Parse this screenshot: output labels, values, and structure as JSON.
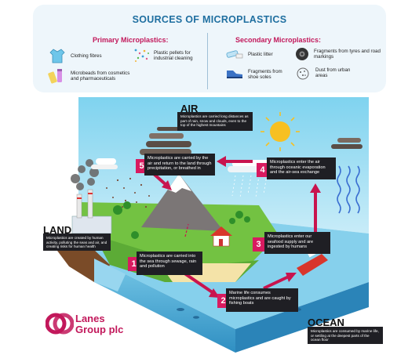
{
  "header": {
    "title": "SOURCES OF MICROPLASTICS"
  },
  "primary": {
    "title": "Primary Microplastics:",
    "items": [
      {
        "label": "Clothing fibres",
        "icon": "clothing-icon"
      },
      {
        "label": "Plastic pellets for industrial cleaning",
        "icon": "pellets-icon"
      },
      {
        "label": "Microbeads from cosmetics and pharmaceuticals",
        "icon": "cosmetics-icon"
      }
    ]
  },
  "secondary": {
    "title": "Secondary Microplastics:",
    "items": [
      {
        "label": "Plastic litter",
        "icon": "litter-icon"
      },
      {
        "label": "Fragments from tyres and road markings",
        "icon": "tyre-icon"
      },
      {
        "label": "Fragments from shoe soles",
        "icon": "shoe-icon"
      },
      {
        "label": "Dust from urban areas",
        "icon": "dust-icon"
      }
    ]
  },
  "zones": {
    "air": {
      "title": "AIR",
      "text": "Microplastics are carried long distances as part of rain, snow and clouds, even to the top of the highest mountains"
    },
    "land": {
      "title": "LAND",
      "text": "Microplastics are created by human activity, polluting the seas and air, and creating risks for human health"
    },
    "ocean": {
      "title": "OCEAN",
      "text": "Microplastics are consumed by marine life, or settling at the deepest parts of the ocean floor"
    }
  },
  "steps": [
    {
      "num": "1",
      "text": "Microplastics are carried into the sea through sewage, rain and pollution"
    },
    {
      "num": "2",
      "text": "Marine life consumes microplastics and are caught by fishing boats"
    },
    {
      "num": "3",
      "text": "Microplastics enter our seafood supply and are ingested by humans"
    },
    {
      "num": "4",
      "text": "Microplastics enter the air through oceanic evaporation and the air-sea exchange"
    },
    {
      "num": "5",
      "text": "Microplastics are carried by the air and return to the land through precipitation, or breathed in"
    }
  ],
  "logo": {
    "line1": "Lanes",
    "line2": "Group plc"
  },
  "colors": {
    "accent": "#d81b60",
    "title_blue": "#1f6fa0",
    "sea": "#6fc6e6",
    "land": "#6cbf3c",
    "card": "#1f1f24"
  }
}
